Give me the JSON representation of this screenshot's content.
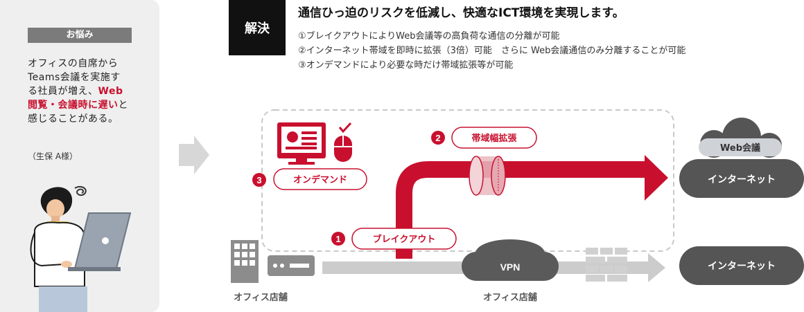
{
  "colors": {
    "accent": "#c8102e",
    "panel_bg": "#efefef",
    "dark": "#111111",
    "cloud": "#555555",
    "line_gray": "#cccccc"
  },
  "problem": {
    "badge": "お悩み",
    "lines": [
      {
        "plain": "オフィスの自席から"
      },
      {
        "plain": "Teams会議を実施す"
      },
      {
        "plain": "る社員が増え、",
        "highlight": "Web"
      },
      {
        "highlight": "閲覧・会議時に遅い",
        "tail": "と"
      },
      {
        "plain": "感じることがある。"
      }
    ],
    "customer": "（生保 A様）"
  },
  "solution": {
    "badge": "解決",
    "title": "通信ひっ迫のリスクを低減し、快適なICT環境を実現します。",
    "points": [
      "①ブレイクアウトによりWeb会議等の高負荷な通信の分離が可能",
      "②インターネット帯域を即時に拡張（3倍）可能　さらに Web会議通信のみ分離することが可能",
      "③オンデマンドにより必要な時だけ帯域拡張等が可能"
    ]
  },
  "diagram": {
    "step1": {
      "number": "1",
      "label": "ブレイクアウト"
    },
    "step2": {
      "number": "2",
      "label": "帯域幅拡張"
    },
    "step3": {
      "number": "3",
      "label": "オンデマンド"
    },
    "vpn": "VPN",
    "cloud_upper": {
      "tag": "Web会議",
      "label": "インターネット"
    },
    "cloud_lower": {
      "label": "インターネット"
    },
    "store_left": "オフィス店舗",
    "store_mid": "オフィス店舗"
  }
}
